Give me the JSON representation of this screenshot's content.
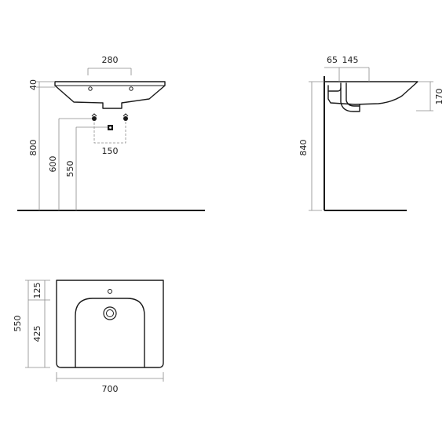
{
  "front_view": {
    "width_between_holes": "280",
    "rim_thickness": "40",
    "rim_height": "800",
    "supply_height": "600",
    "drain_height": "550",
    "supply_spacing": "150"
  },
  "side_view": {
    "wall_offset": "65",
    "bowl_depth_offset": "145",
    "basin_depth": "170",
    "total_height": "840"
  },
  "top_view": {
    "rear_depth": "125",
    "bowl_depth": "425",
    "total_depth": "550",
    "total_width": "700"
  }
}
